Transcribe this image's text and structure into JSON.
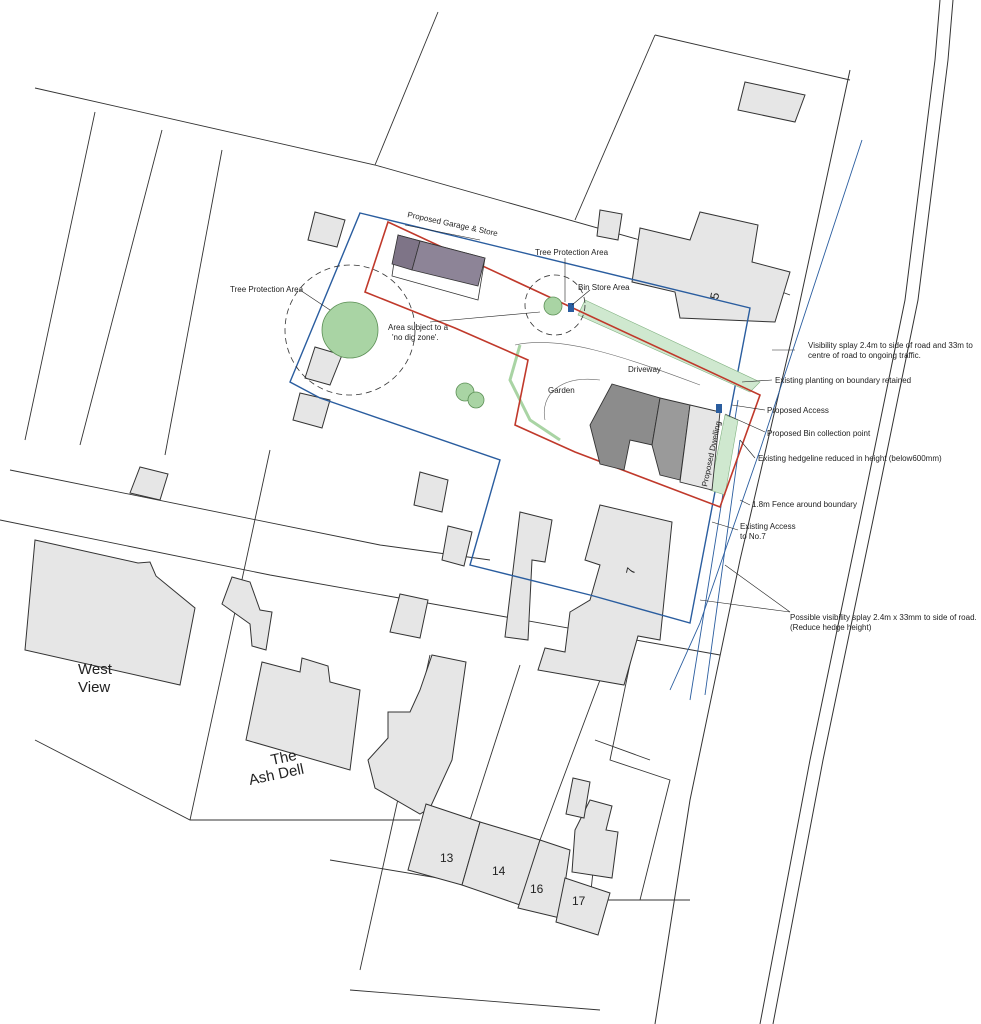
{
  "labels": {
    "garage": "Proposed Garage & Store",
    "tpa_left": "Tree Protection Area",
    "tpa_right": "Tree Protection Area",
    "bin_store": "Bin Store Area",
    "no_dig_1": "Area subject to a",
    "no_dig_2": "'no dig zone'.",
    "driveway": "Driveway",
    "garden": "Garden",
    "dwelling": "Proposed Dwelling",
    "vis1_1": "Visibility splay 2.4m to side of road and 33m to",
    "vis1_2": "centre of road to ongoing traffic.",
    "planting": "Existing planting on boundary retained",
    "access": "Proposed Access",
    "bin_point": "Proposed Bin collection point",
    "hedge": "Existing hedgeline reduced in height (below600mm)",
    "fence": "1.8m Fence around boundary",
    "exist_access_1": "Existing Access",
    "exist_access_2": "to No.7",
    "vis2_1": "Possible visibility splay 2.4m x 33mm to side of road.",
    "vis2_2": "(Reduce hedge height)"
  },
  "places": {
    "west_1": "West",
    "west_2": "View",
    "ash_1": "The",
    "ash_2": "Ash Dell"
  },
  "house_numbers": {
    "n5": "5",
    "n7": "7",
    "n13": "13",
    "n14": "14",
    "n16": "16",
    "n17": "17"
  },
  "colors": {
    "site_boundary": "#c0392b",
    "ownership_boundary": "#2a5d9f",
    "tree_fill": "#a9d4a4",
    "hedge_fill": "#cfe8cf",
    "building_fill": "#e6e6e6",
    "proposed_dwelling_fill": "#8c8c8c",
    "garage_fill": "#7e7487"
  }
}
